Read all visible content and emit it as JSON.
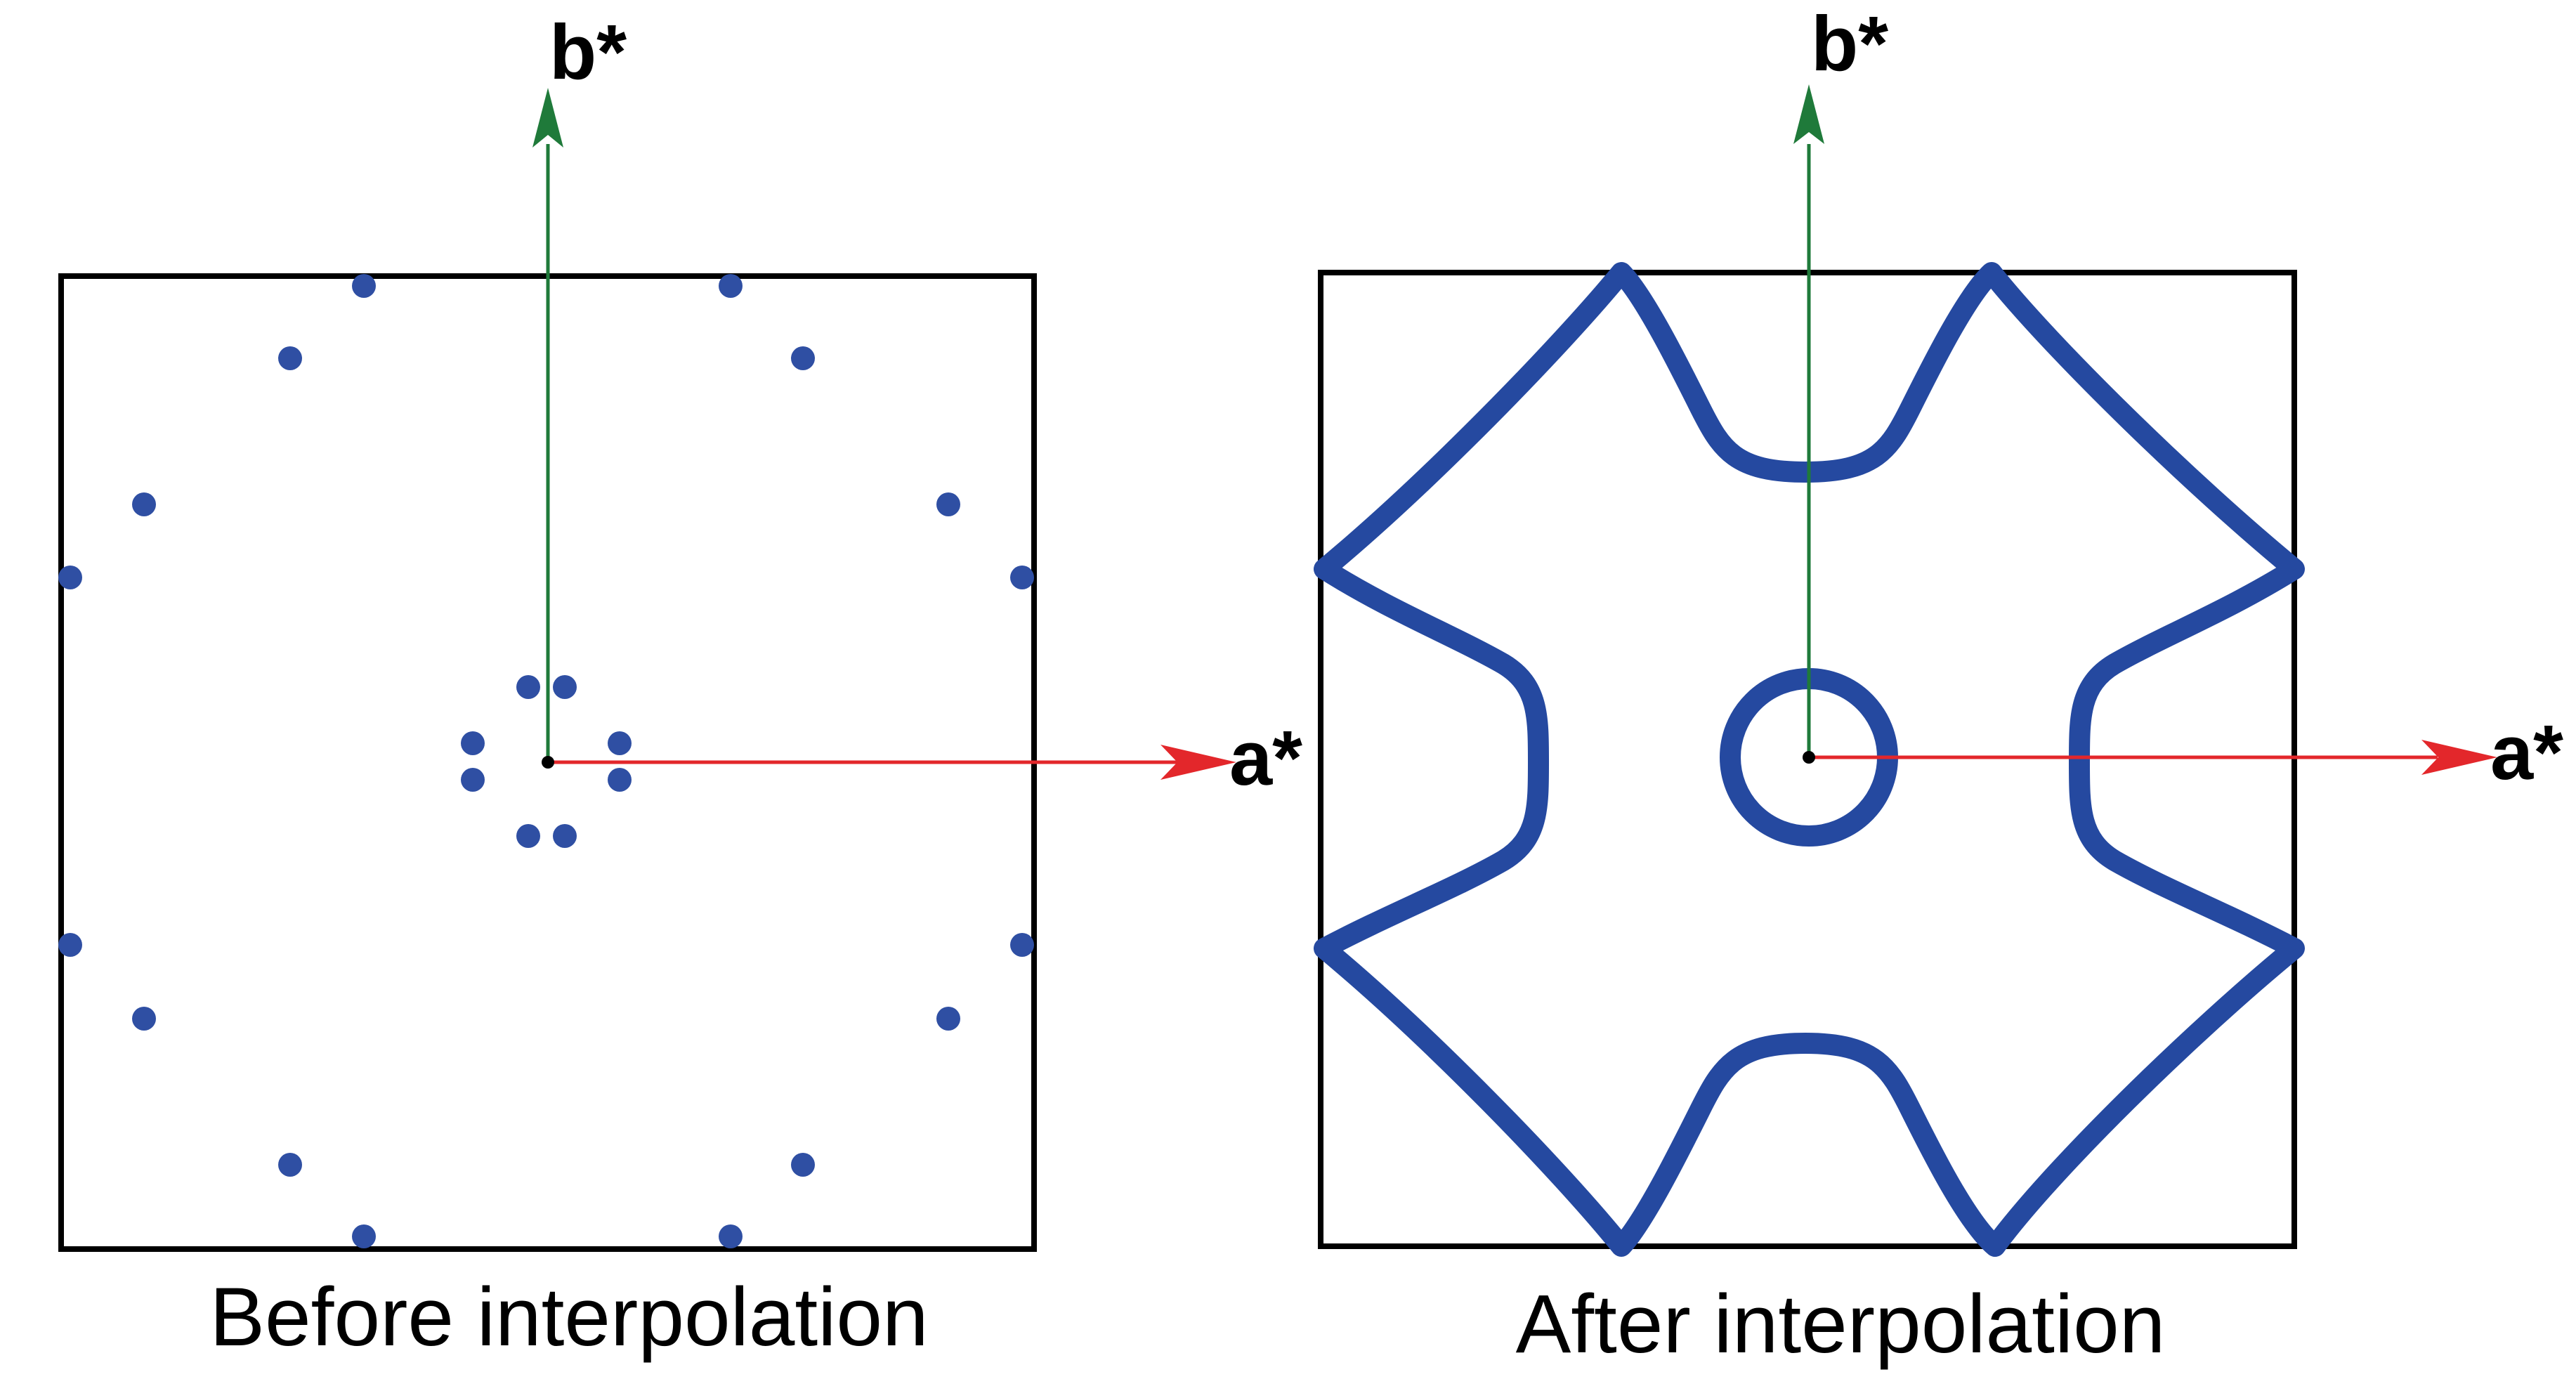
{
  "panels": [
    {
      "caption": "Before interpolation",
      "axis_a": "a*",
      "axis_b": "b*"
    },
    {
      "caption": "After interpolation",
      "axis_a": "a*",
      "axis_b": "b*"
    }
  ],
  "colors": {
    "frame": "#000000",
    "a_axis": "#e3272b",
    "b_axis": "#1f7a3a",
    "points": "#2f4fa3",
    "contour": "#2549a0"
  }
}
